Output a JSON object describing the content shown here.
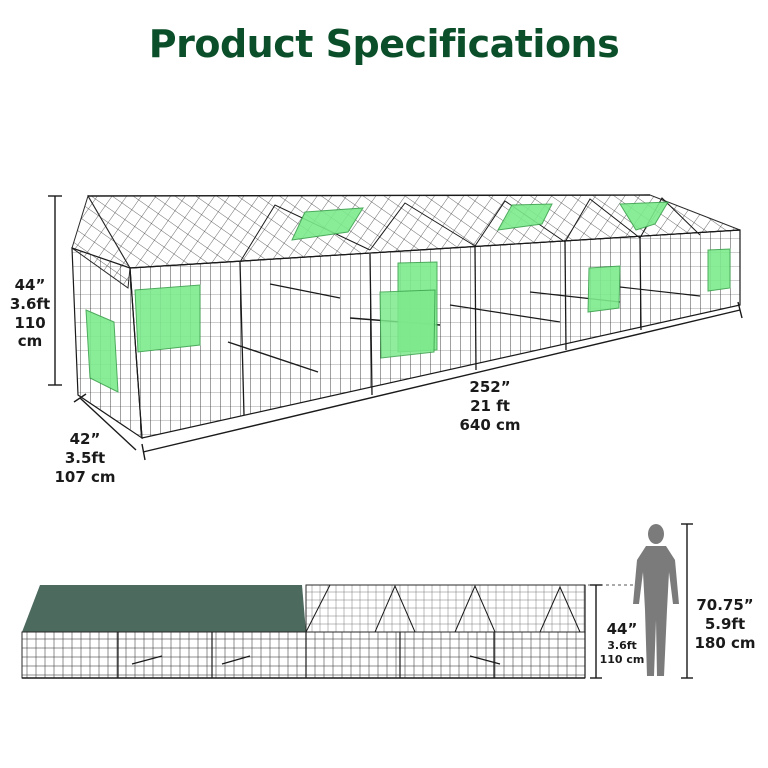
{
  "title": "Product Specifications",
  "title_color": "#0b4f2a",
  "colors": {
    "wire": "#2a2a2a",
    "door_green": "#7dea8c",
    "cover": "#4d6a5f",
    "person": "#7b7b7b"
  },
  "icons": [
    "person-silhouette-icon"
  ],
  "top_view": {
    "height": {
      "in": "44”",
      "ft": "3.6ft",
      "cm": "110 cm"
    },
    "length": {
      "in": "252”",
      "ft": "21 ft",
      "cm": "640 cm"
    },
    "width": {
      "in": "42”",
      "ft": "3.5ft",
      "cm": "107 cm"
    }
  },
  "bottom_view": {
    "height": {
      "in": "44”",
      "ft": "3.6ft",
      "cm": "110 cm"
    },
    "person_height": {
      "in": "70.75”",
      "ft": "5.9ft",
      "cm": "180 cm"
    }
  }
}
